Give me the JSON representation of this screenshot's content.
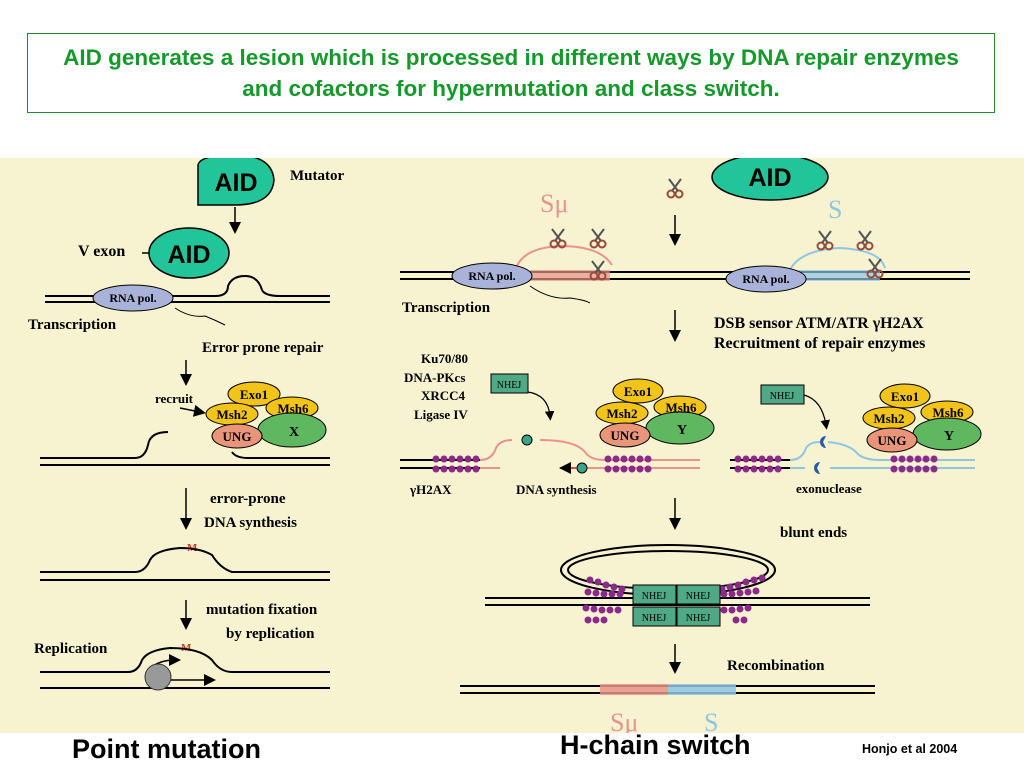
{
  "title": "AID generates a lesion which is processed in different ways by DNA repair enzymes and cofactors for hypermutation and class switch.",
  "colors": {
    "title_green": "#14992a",
    "aid_teal": "#22c49a",
    "diagram_bg": "#f7f2d0",
    "exo_yellow": "#f2c318",
    "ung_salmon": "#e8957a",
    "x_green": "#5fb860",
    "nhej_teal": "#4fa987",
    "h2ax_purple": "#8a2a8a",
    "smu_pink": "#e8948a",
    "s_blue": "#8fc6e4"
  },
  "left": {
    "aid_top": "AID",
    "mutator": "Mutator",
    "aid_vexon": "AID",
    "vexon": "V exon",
    "rna_pol": "RNA pol.",
    "transcription": "Transcription",
    "error_prone_repair": "Error prone repair",
    "recruit": "recruit",
    "exo1": "Exo1",
    "msh2": "Msh2",
    "msh6": "Msh6",
    "ung": "UNG",
    "x": "X",
    "error_prone_1": "error-prone",
    "error_prone_2": "DNA synthesis",
    "m1": "M",
    "fixation_1": "mutation fixation",
    "fixation_2": "by replication",
    "replication": "Replication",
    "m2": "M"
  },
  "right": {
    "aid": "AID",
    "smu": "Sμ",
    "s": "S",
    "rna_pol_1": "RNA pol.",
    "rna_pol_2": "RNA pol.",
    "transcription": "Transcription",
    "dsb_1": "DSB sensor ATM/ATR γH2AX",
    "dsb_2": "Recruitment of repair enzymes",
    "ku1": "Ku70/80",
    "ku2": "DNA-PKcs",
    "ku3": "XRCC4",
    "ku4": "Ligase IV",
    "nhej_1": "NHEJ",
    "nhej_2": "NHEJ",
    "exo1_a": "Exo1",
    "msh2_a": "Msh2",
    "msh6_a": "Msh6",
    "ung_a": "UNG",
    "y_a": "Y",
    "exo1_b": "Exo1",
    "msh2_b": "Msh2",
    "msh6_b": "Msh6",
    "ung_b": "UNG",
    "y_b": "Y",
    "gh2ax": "γH2AX",
    "dna_synthesis": "DNA synthesis",
    "exonuclease": "exonuclease",
    "blunt_ends": "blunt ends",
    "nhej_c1": "NHEJ",
    "nhej_c2": "NHEJ",
    "nhej_c3": "NHEJ",
    "nhej_c4": "NHEJ",
    "recombination": "Recombination",
    "smu_bottom": "Sμ",
    "s_bottom": "S"
  },
  "bottom": {
    "left_label": "Point mutation",
    "right_label": "H-chain switch",
    "citation": "Honjo et al 2004"
  }
}
